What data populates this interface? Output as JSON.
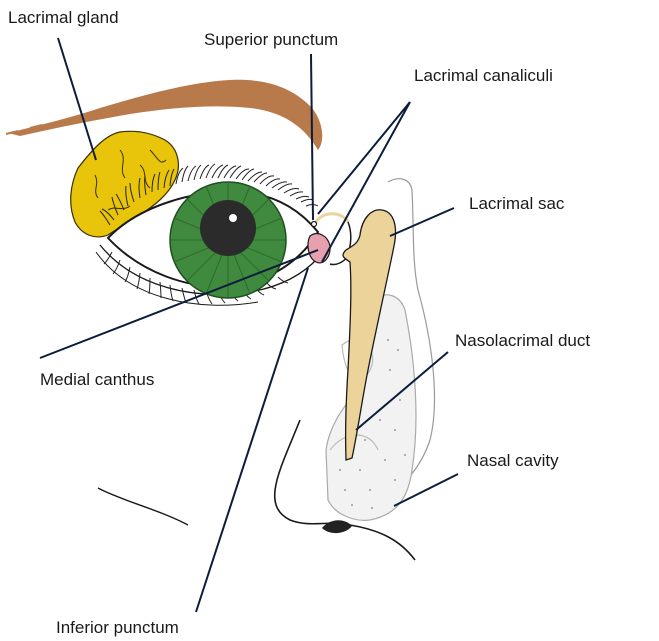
{
  "labels": {
    "lacrimal_gland": "Lacrimal gland",
    "superior_punctum": "Superior punctum",
    "lacrimal_canaliculi": "Lacrimal canaliculi",
    "lacrimal_sac": "Lacrimal sac",
    "nasolacrimal_duct": "Nasolacrimal duct",
    "nasal_cavity": "Nasal cavity",
    "medial_canthus": "Medial canthus",
    "inferior_punctum": "Inferior punctum"
  },
  "colors": {
    "eyebrow": "#b87a4b",
    "lacrimal_gland": "#e8c40a",
    "iris": "#3f8a3f",
    "pupil": "#2b2b2b",
    "caruncle": "#e7a0ad",
    "lacrimal_sac": "#ecd39a",
    "bone": "#bdbdbd",
    "outline": "#1a1a1a",
    "leader_line": "#0b1d3a"
  }
}
